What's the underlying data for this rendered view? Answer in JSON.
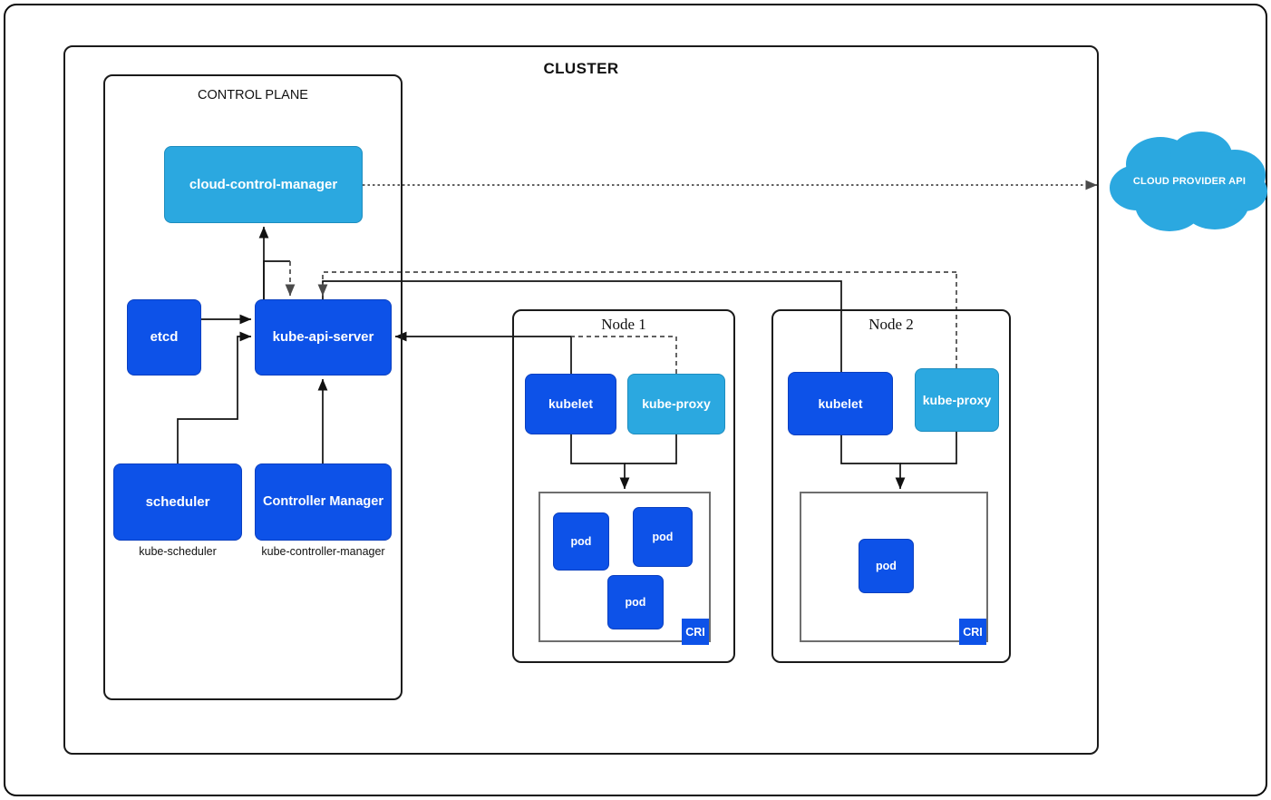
{
  "diagram": {
    "title": "CLUSTER",
    "colors": {
      "dark_blue": "#0d52e8",
      "light_blue": "#2ba8e0",
      "cloud_blue": "#2ba8e0",
      "border": "#1a1a1a",
      "cri_border": "#6e6e6e",
      "text_on_box": "#ffffff",
      "text": "#111111"
    }
  },
  "control_plane": {
    "title": "CONTROL PLANE",
    "components": {
      "cloud_control_manager": {
        "label": "cloud-control-manager",
        "tone": "light"
      },
      "etcd": {
        "label": "etcd",
        "tone": "dark"
      },
      "kube_api_server": {
        "label": "kube-api-server",
        "tone": "dark"
      },
      "scheduler": {
        "label": "scheduler",
        "tone": "dark",
        "caption": "kube-scheduler"
      },
      "controller_manager": {
        "label": "Controller Manager",
        "tone": "dark",
        "caption": "kube-controller-manager"
      }
    }
  },
  "nodes": [
    {
      "title": "Node 1",
      "kubelet": "kubelet",
      "kube_proxy": "kube-proxy",
      "cri_badge": "CRI",
      "pods": [
        "pod",
        "pod",
        "pod"
      ]
    },
    {
      "title": "Node 2",
      "kubelet": "kubelet",
      "kube_proxy": "kube-proxy",
      "cri_badge": "CRI",
      "pods": [
        "pod"
      ]
    }
  ],
  "cloud_provider": {
    "label": "CLOUD PROVIDER API"
  }
}
